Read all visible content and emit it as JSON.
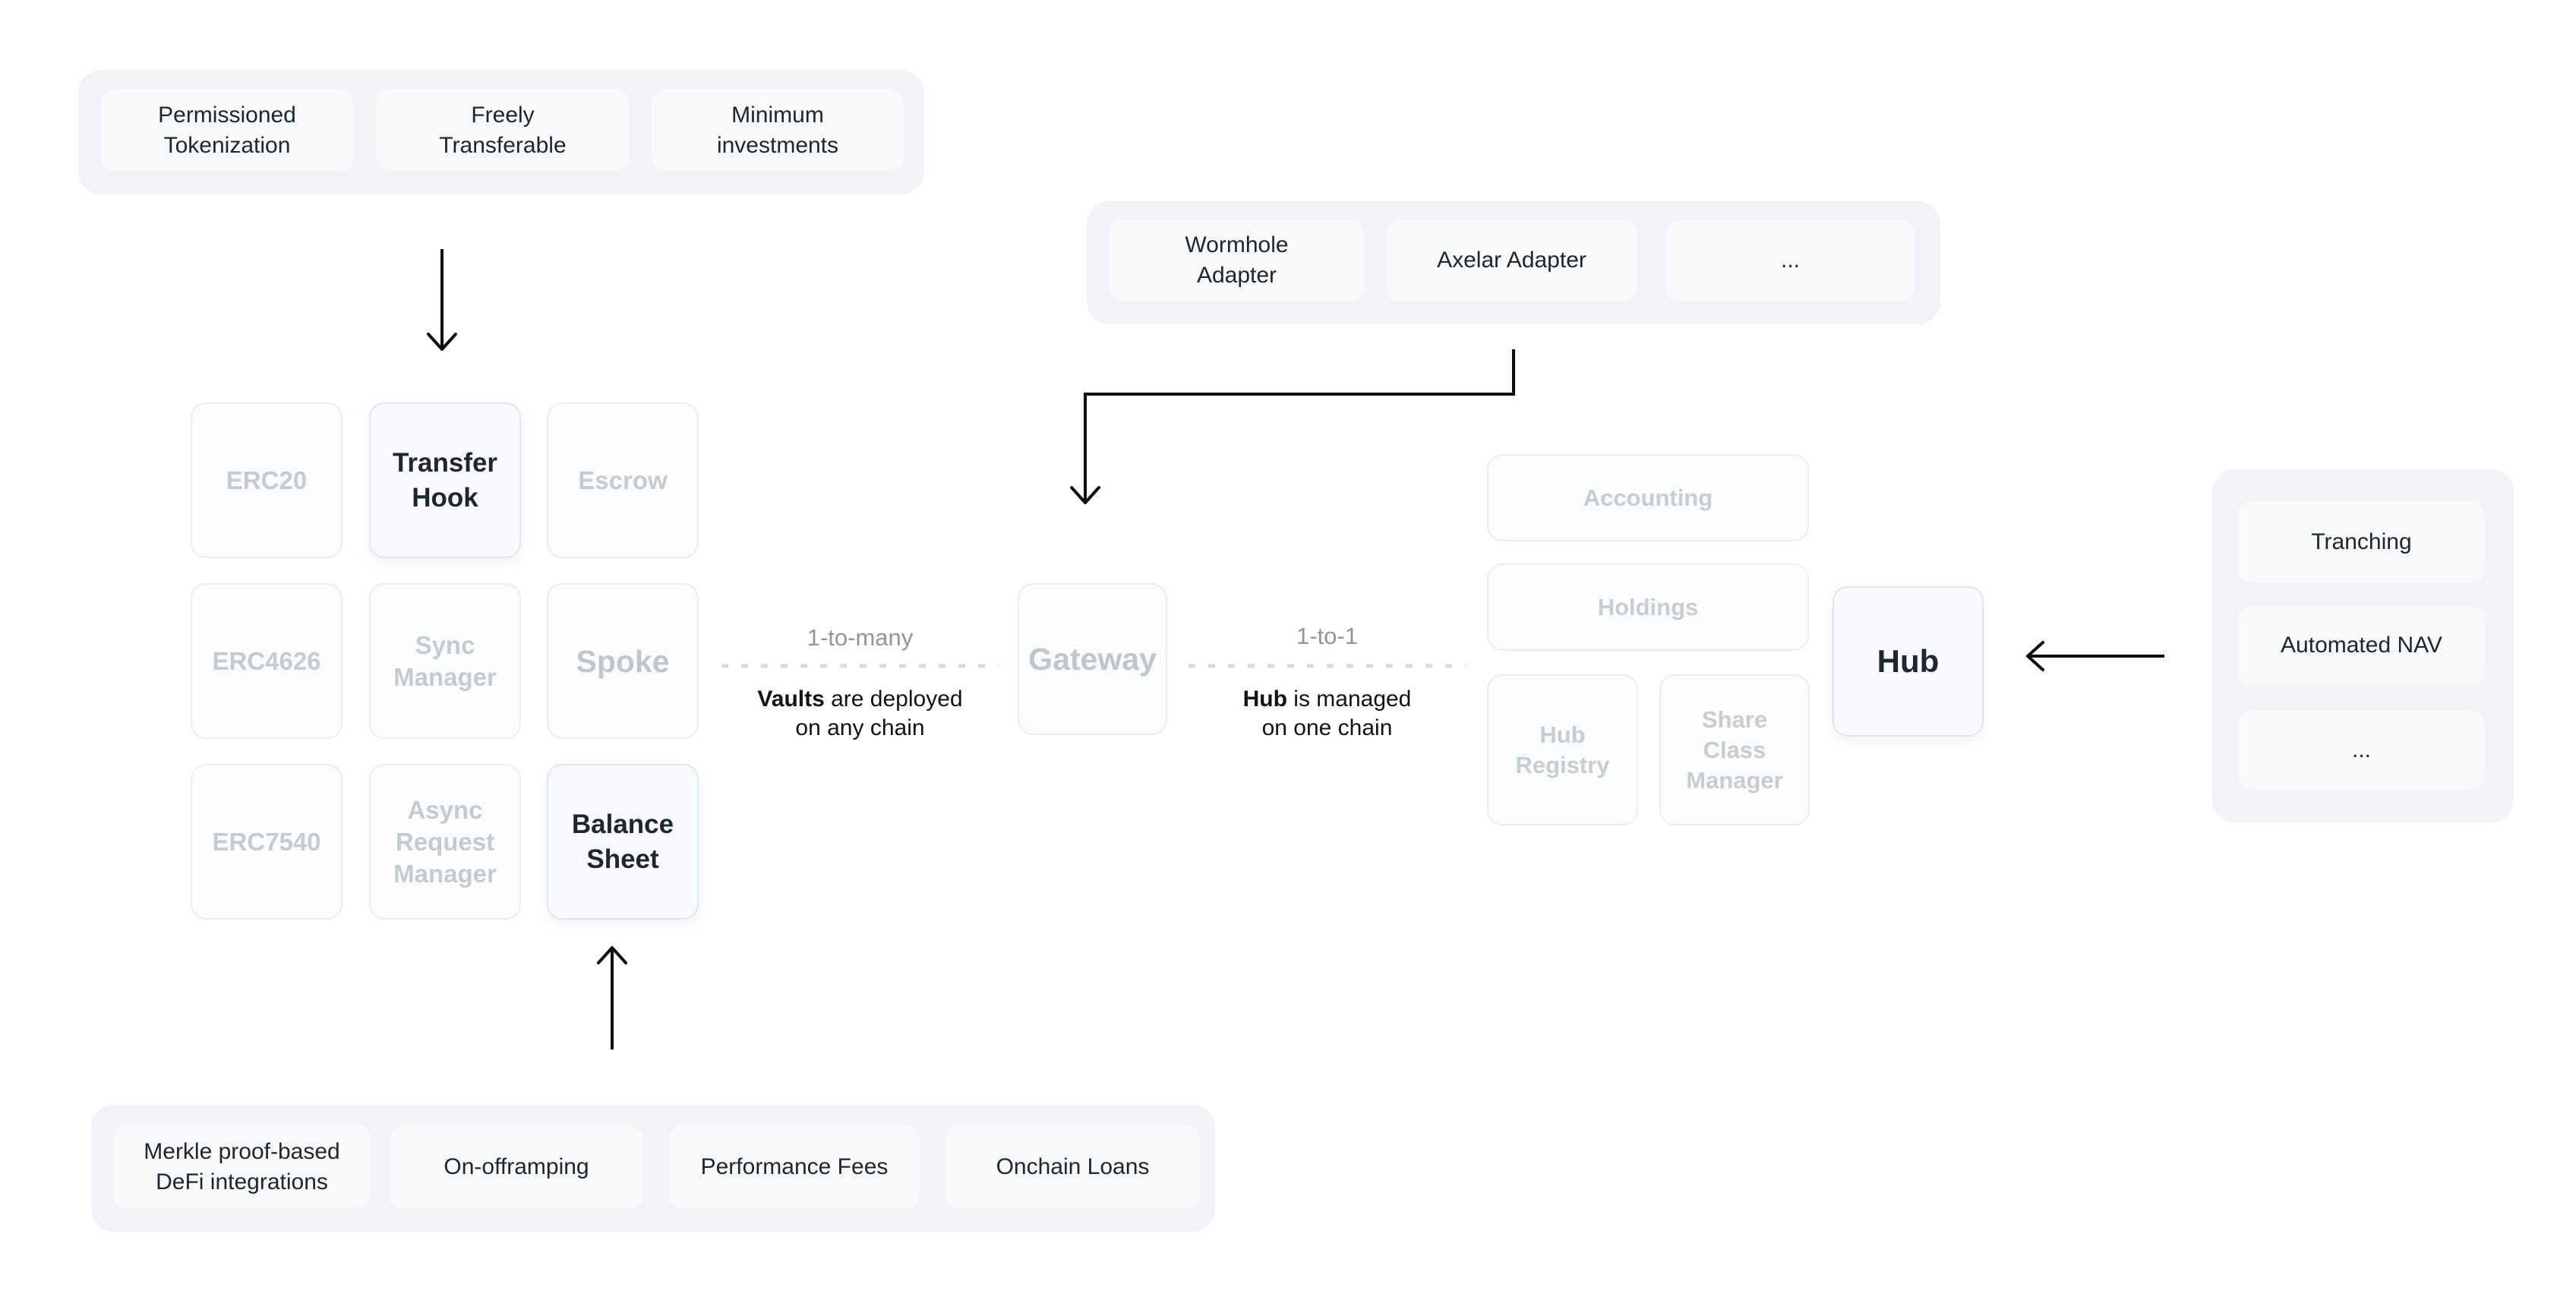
{
  "colors": {
    "page_bg": "#ffffff",
    "group_bg": "#f2f3f6",
    "pill_bg": "#f8f9fb",
    "faded_box_bg": "#fbfcfd",
    "faded_box_border": "#ededf0",
    "faded_text": "#c7cace",
    "active_box_bg": "#f8fafd",
    "active_box_border": "#e3e6ec",
    "active_text": "#1e2630",
    "connection_label_text": "#8e96a3",
    "caption_text": "#101318",
    "dash_line": "#d9dadd",
    "arrow": "#0c0e10"
  },
  "groups": {
    "tokenization": {
      "pills": [
        "Permissioned Tokenization",
        "Freely Transferable",
        "Minimum investments"
      ]
    },
    "adapters": {
      "pills": [
        "Wormhole Adapter",
        "Axelar Adapter",
        "..."
      ]
    },
    "hub_features": {
      "pills": [
        "Tranching",
        "Automated NAV",
        "..."
      ]
    },
    "vault_features": {
      "pills": [
        "Merkle proof-based DeFi integrations",
        "On-offramping",
        "Performance Fees",
        "Onchain Loans"
      ]
    }
  },
  "vault_grid": {
    "cells": [
      {
        "label": "ERC20",
        "state": "faded"
      },
      {
        "label": "Transfer Hook",
        "state": "active"
      },
      {
        "label": "Escrow",
        "state": "faded"
      },
      {
        "label": "ERC4626",
        "state": "faded"
      },
      {
        "label": "Sync Manager",
        "state": "faded"
      },
      {
        "label": "Spoke",
        "state": "faded-large"
      },
      {
        "label": "ERC7540",
        "state": "faded"
      },
      {
        "label": "Async Request Manager",
        "state": "faded"
      },
      {
        "label": "Balance Sheet",
        "state": "active"
      }
    ]
  },
  "gateway": {
    "label": "Gateway"
  },
  "hub": {
    "label": "Hub"
  },
  "hub_modules": {
    "items": [
      {
        "label": "Accounting"
      },
      {
        "label": "Holdings"
      },
      {
        "label": "Hub Registry"
      },
      {
        "label": "Share Class Manager"
      }
    ]
  },
  "connections": {
    "left": {
      "label": "1-to-many",
      "caption_bold": "Vaults",
      "caption_rest": " are deployed",
      "caption_line2": "on any chain"
    },
    "right": {
      "label": "1-to-1",
      "caption_bold": "Hub",
      "caption_rest": " is managed",
      "caption_line2": "on one chain"
    }
  }
}
